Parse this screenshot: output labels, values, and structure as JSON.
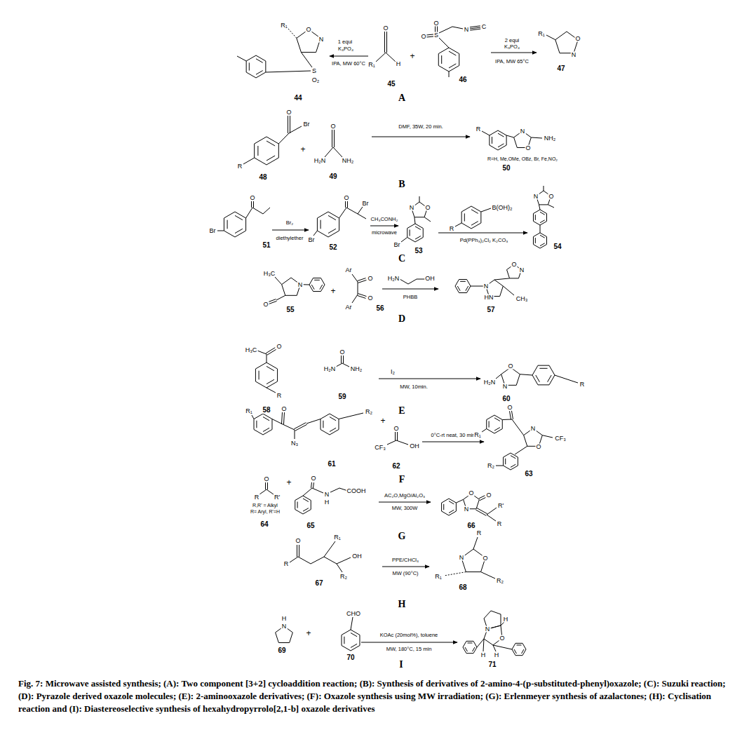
{
  "diagram": {
    "caption": "Fig. 7: Microwave assisted synthesis; (A): Two component [3+2] cycloaddition reaction; (B): Synthesis of derivatives of 2-amino-4-(p-substituted-phenyl)oxazole; (C): Suzuki reaction; (D): Pyrazole derived oxazole molecules; (E): 2-aminooxazole derivatives; (F): Oxazole synthesis using MW irradiation; (G): Erlenmeyer synthesis of azalactones; (H): Cyclisation reaction and (I): Diastereoselective synthesis of hexahydropyrrolo[2,1-b] oxazole derivatives",
    "labels": [
      "R₁",
      "O",
      "N",
      "S",
      "O₂",
      "44",
      "1 equi",
      "K₃PO₄",
      "IPA, MW 60°C",
      "O",
      "R₁",
      "H",
      "45",
      "+",
      "O",
      "S",
      "O",
      "N",
      "C",
      "46",
      "2 equi",
      "K₃PO₄",
      "IPA, MW 65°C",
      "R₁",
      "O",
      "N",
      "47",
      "A",
      "O",
      "Br",
      "R",
      "48",
      "+",
      "O",
      "H₂N",
      "NH₂",
      "49",
      "DMF, 35W, 20 min.",
      "R",
      "N",
      "O",
      "NH₂",
      "R=H, Me,OMe, OBz, Br, Fe,NO₂",
      "50",
      "B",
      "O",
      "Br",
      "51",
      "Br₂",
      "diethylether",
      "O",
      "Br",
      "Br",
      "52",
      "CH₃CONH₂",
      "microwave",
      "N",
      "O",
      "Br",
      "53",
      "B(OH)₂",
      "R",
      "Pd(PPh₃)₂Cl₂ K₂CO₃",
      "N",
      "O",
      "54",
      "C",
      "H₃C",
      "O",
      "N",
      "55",
      "+",
      "Ar",
      "O",
      "O",
      "Ar",
      "56",
      "H₂N",
      "OH",
      "PHBB",
      "N",
      "HN",
      "O",
      "N",
      "CH₃",
      "57",
      "D",
      "H₃C",
      "O",
      "R",
      "58",
      "O",
      "H₂N",
      "NH₂",
      "59",
      "I₂",
      "MW, 10min.",
      "H₂N",
      "O",
      "N",
      "R",
      "60",
      "E",
      "R₁",
      "O",
      "N₃",
      "R₂",
      "61",
      "+",
      "O",
      "CF₃",
      "OH",
      "62",
      "0°C-rt neat, 30 min",
      "R₁",
      "O",
      "N",
      "CF₃",
      "O",
      "R₂",
      "63",
      "F",
      "O",
      "R",
      "R'",
      "R,R' = Alkyl",
      "R= Aryl, R'=H",
      "64",
      "+",
      "O",
      "N",
      "H",
      "COOH",
      "65",
      "AC₂O,MgO/Al₂O₃",
      "MW, 300W",
      "O",
      "O",
      "N",
      "R'",
      "R",
      "66",
      "G",
      "O",
      "R",
      "R₁",
      "OH",
      "R₂",
      "67",
      "PPE/CHCl₃",
      "MW (90°C)",
      "R",
      "N",
      "O",
      "R₁",
      "R₂",
      "68",
      "H",
      "H",
      "N",
      "69",
      "+",
      "CHO",
      "70",
      "KOAc (20mol%), toluene",
      "MW, 180°C, 15 min",
      "N",
      "H",
      "O",
      "H",
      "H",
      "71",
      "I"
    ]
  }
}
